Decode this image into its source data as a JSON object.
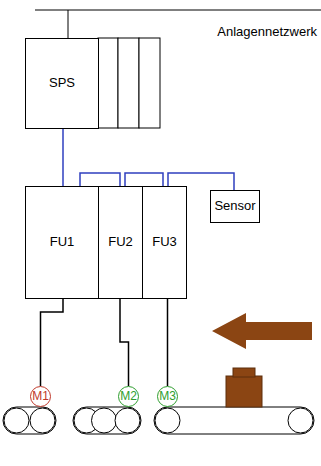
{
  "diagram": {
    "nodes": [
      {
        "text": [
          "SPS"
        ]
      },
      {
        "text": [
          "FU1"
        ]
      },
      {
        "text": [
          "FU2"
        ]
      },
      {
        "text": [
          "FU3"
        ]
      },
      {
        "text": [
          "Sensor"
        ]
      },
      {
        "text": [
          "M1"
        ]
      },
      {
        "text": [
          "M2"
        ]
      },
      {
        "text": [
          "M3"
        ]
      }
    ],
    "edges": [
      {
        "from": 0,
        "to": 1,
        "arrow": "none"
      },
      {
        "from": 1,
        "to": 2,
        "arrow": "none"
      },
      {
        "from": 2,
        "to": 3,
        "arrow": "none"
      },
      {
        "from": 3,
        "to": 4,
        "arrow": "none"
      },
      {
        "from": 1,
        "to": 5,
        "arrow": "none"
      },
      {
        "from": 2,
        "to": 6,
        "arrow": "none"
      },
      {
        "from": 3,
        "to": 7,
        "arrow": "none"
      }
    ],
    "labels": [
      "Anlagennetzwerk"
    ]
  }
}
